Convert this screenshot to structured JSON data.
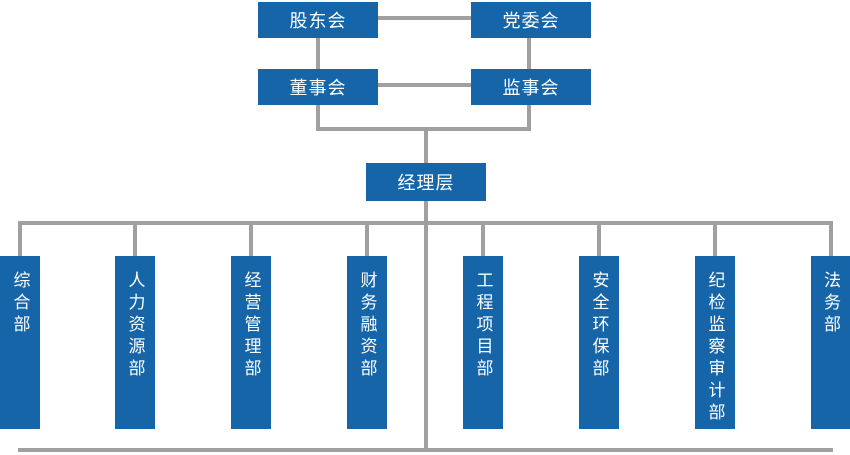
{
  "diagram": {
    "type": "org-chart"
  },
  "colors": {
    "node_fill": "#1565a8",
    "node_text": "#ffffff",
    "connector": "#a0a0a0",
    "background": "#ffffff"
  },
  "governance": {
    "row1": [
      {
        "id": "shareholders-meeting",
        "label": "股东会"
      },
      {
        "id": "party-committee",
        "label": "党委会"
      }
    ],
    "row2": [
      {
        "id": "board-of-directors",
        "label": "董事会"
      },
      {
        "id": "supervisory-board",
        "label": "监事会"
      }
    ]
  },
  "management": {
    "id": "management-level",
    "label": "经理层"
  },
  "departments": [
    {
      "id": "general-department",
      "label": "综合部"
    },
    {
      "id": "human-resources-department",
      "label": "人力资源部"
    },
    {
      "id": "operations-management-department",
      "label": "经营管理部"
    },
    {
      "id": "finance-financing-department",
      "label": "财务融资部"
    },
    {
      "id": "engineering-project-department",
      "label": "工程项目部"
    },
    {
      "id": "safety-environment-department",
      "label": "安全环保部"
    },
    {
      "id": "discipline-inspection-audit-department",
      "label": "纪检监察审计部"
    },
    {
      "id": "legal-department",
      "label": "法务部"
    }
  ]
}
